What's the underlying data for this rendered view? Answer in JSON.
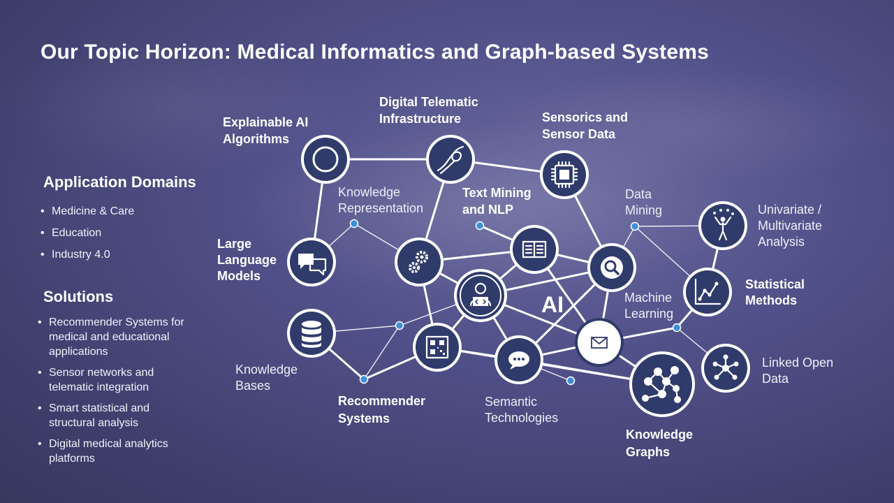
{
  "title": "Our Topic Horizon: Medical Informatics and Graph-based Systems",
  "application_domains": {
    "heading": "Application Domains",
    "items": [
      "Medicine & Care",
      "Education",
      "Industry 4.0"
    ]
  },
  "solutions": {
    "heading": "Solutions",
    "items": [
      "Recommender Systems for medical and educational applications",
      "Sensor networks and telematic integration",
      "Smart statistical and structural analysis",
      "Digital medical analytics platforms"
    ]
  },
  "diagram": {
    "center_label": "AI",
    "labels": {
      "explainable_ai": [
        "Explainable AI",
        "Algorithms"
      ],
      "digital_telematic": [
        "Digital Telematic",
        "Infrastructure"
      ],
      "sensorics": [
        "Sensorics and",
        "Sensor Data"
      ],
      "knowledge_representation": [
        "Knowledge",
        "Representation"
      ],
      "text_mining": [
        "Text Mining",
        "and NLP"
      ],
      "data_mining": [
        "Data",
        "Mining"
      ],
      "univariate": [
        "Univariate /",
        "Multivariate",
        "Analysis"
      ],
      "large_language_models": [
        "Large",
        "Language",
        "Models"
      ],
      "statistical_methods": [
        "Statistical",
        "Methods"
      ],
      "machine_learning": [
        "Machine",
        "Learning"
      ],
      "knowledge_bases": [
        "Knowledge",
        "Bases"
      ],
      "linked_open_data": [
        "Linked Open",
        "Data"
      ],
      "recommender_systems": [
        "Recommender",
        "Systems"
      ],
      "semantic_technologies": [
        "Semantic",
        "Technologies"
      ],
      "knowledge_graphs": [
        "Knowledge",
        "Graphs"
      ]
    },
    "icons": [
      "circle-icon",
      "knot-icon",
      "chip-icon",
      "chat-bubbles-icon",
      "gears-icon",
      "book-icon",
      "search-icon",
      "developer-icon",
      "juggler-icon",
      "line-chart-icon",
      "database-icon",
      "qr-code-icon",
      "speech-bubble-icon",
      "envelope-icon",
      "network-icon",
      "people-network-icon"
    ],
    "colors": {
      "background": "#45457a",
      "node_inner": "#2f3b6b",
      "node_ring": "#ffffff",
      "edge": "#ffffff",
      "dot": "#3f8fd8"
    }
  }
}
